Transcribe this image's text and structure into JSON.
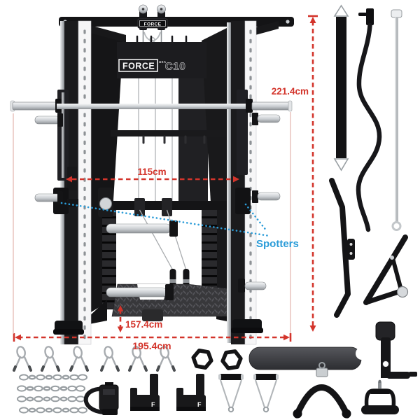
{
  "product": {
    "brand_plate": "FORCE",
    "logo": {
      "force": "FORCE",
      "usa": "USA",
      "model": "C10"
    },
    "jhook_letter": "F"
  },
  "dimensions": {
    "total_height": "221.4cm",
    "inner_width": "115cm",
    "base_depth": "157.4cm",
    "total_width": "195.4cm"
  },
  "annotations": {
    "spotters": "Spotters"
  },
  "colors": {
    "dimension_red": "#d3342b",
    "extension_red": "#e2b3ad",
    "annotation_blue": "#2b9cd8",
    "frame_black": "#1b1b1d",
    "chrome": "#c6cacd",
    "background": "#ffffff"
  },
  "accessories": [
    "hanging-ab-strap",
    "ez-curl-bar",
    "straight-bar",
    "lat-pulldown-bar",
    "t-bar-row-handle",
    "dip-handle-attachment",
    "close-grip-row-handle",
    "spring-collar-x6",
    "hex-collar-x2",
    "weight-chain-x4",
    "band-strap",
    "j-hook-x2",
    "stirrup-handle-x2",
    "foam-leg-roller",
    "curved-pressdown-bar"
  ]
}
